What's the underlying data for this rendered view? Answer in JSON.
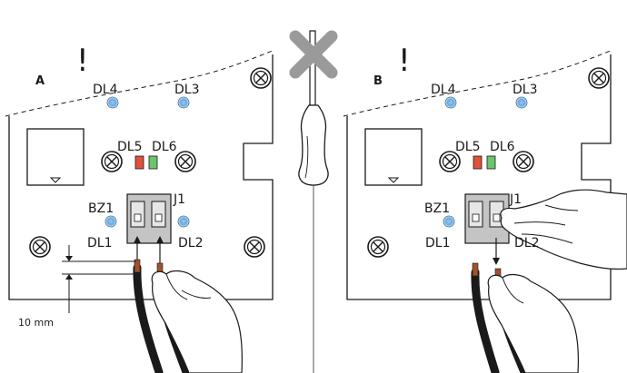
{
  "panels": [
    {
      "id": "A",
      "letter": "A",
      "warning": "!",
      "labels": {
        "dl4": "DL4",
        "dl3": "DL3",
        "dl5": "DL5",
        "dl6": "DL6",
        "bz1": "BZ1",
        "j1": "J1",
        "dl1": "DL1",
        "dl2": "DL2"
      },
      "measurement": "10 mm"
    },
    {
      "id": "B",
      "letter": "B",
      "warning": "!",
      "labels": {
        "dl4": "DL4",
        "dl3": "DL3",
        "dl5": "DL5",
        "dl6": "DL6",
        "bz1": "BZ1",
        "j1": "J1",
        "dl1": "DL1",
        "dl2": "DL2"
      }
    }
  ],
  "icons": [
    "screwdriver-icon",
    "prohibited-cross-icon",
    "hand-icon",
    "screw-icon",
    "led-icon"
  ],
  "colors": {
    "led_blue": "#6aa8dc",
    "led_red": "#e0523a",
    "led_green": "#6cc46c",
    "cross": "#9a9a9a",
    "terminal": "#bdbdbd"
  }
}
